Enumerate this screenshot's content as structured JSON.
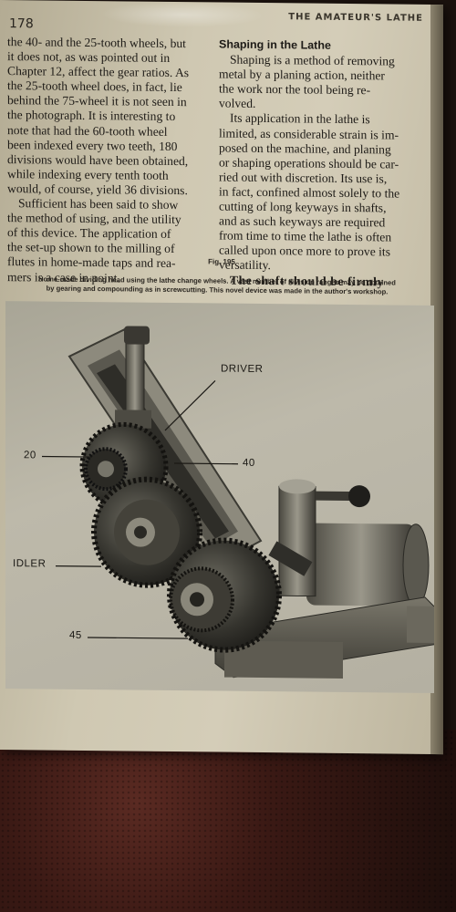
{
  "page": {
    "number": "178",
    "running_head": "THE AMATEUR'S LATHE"
  },
  "left_column": {
    "lines": [
      "the 40- and the 25-tooth wheels, but",
      "it does not, as was pointed out in",
      "Chapter 12, affect the gear ratios. As",
      "the 25-tooth wheel does, in fact, lie",
      "behind the 75-wheel it is not seen in",
      "the photograph. It is interesting to",
      "note that had the 60-tooth wheel",
      "been indexed every two teeth, 180",
      "divisions would have been obtained,",
      "while indexing every tenth tooth",
      "would, of course, yield 36 divisions.",
      "Sufficient has been said to show",
      "the method of using, and the utility",
      "of this device. The application of",
      "the set-up shown to the milling of",
      "flutes in home-made taps and rea-",
      "mers is a case in point."
    ]
  },
  "right_column": {
    "heading": "Shaping in the Lathe",
    "lines": [
      "Shaping is a method of removing",
      "metal by a planing action, neither",
      "the work nor the tool being re-",
      "volved.",
      "Its application in the lathe is",
      "limited, as considerable strain is im-",
      "posed on the machine, and planing",
      "or shaping operations should be car-",
      "ried out with discretion. Its use is,",
      "in fact, confined almost solely to the",
      "cutting of long keyways in shafts,",
      "and as such keyways are required",
      "from time to time the lathe is often",
      "called upon once more to prove its",
      "versatility."
    ],
    "last_line": "The shaft should be firmly"
  },
  "figure": {
    "label": "Fig. 195",
    "caption_line1": "Home-made dividing head using the lathe change wheels. A vast number of division ranges may be obtained",
    "caption_line2": "by gearing and compounding as in screwcutting. This novel device was made in the author's workshop.",
    "callouts": {
      "driver": "DRIVER",
      "twenty": "20",
      "forty": "40",
      "idler": "IDLER",
      "fortyfive": "45"
    }
  }
}
